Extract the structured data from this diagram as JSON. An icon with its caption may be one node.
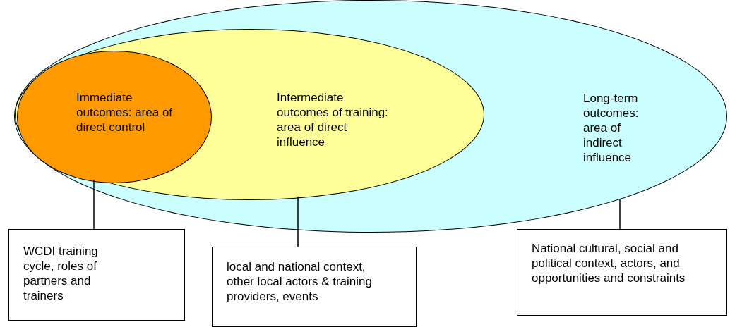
{
  "diagram": {
    "nodes": [
      {
        "text": [
          "Long-term outcomes: area of indirect influence"
        ]
      },
      {
        "text": [
          "Intermediate outcomes of training: area of direct influence"
        ],
        "in": 0
      },
      {
        "text": [
          "Immediate outcomes: area of direct control"
        ],
        "in": 1
      },
      {
        "text": [
          "WCDI training cycle, roles of partners and trainers"
        ]
      },
      {
        "text": [
          "local and national context, other local actors & training providers, events"
        ]
      },
      {
        "text": [
          "National cultural, social and political context, actors, and opportunities and constraints"
        ]
      }
    ],
    "edges": [
      {
        "from": 3,
        "to": 2,
        "arrow": "none"
      },
      {
        "from": 4,
        "to": 1,
        "arrow": "none"
      },
      {
        "from": 5,
        "to": 0,
        "arrow": "none"
      }
    ]
  }
}
